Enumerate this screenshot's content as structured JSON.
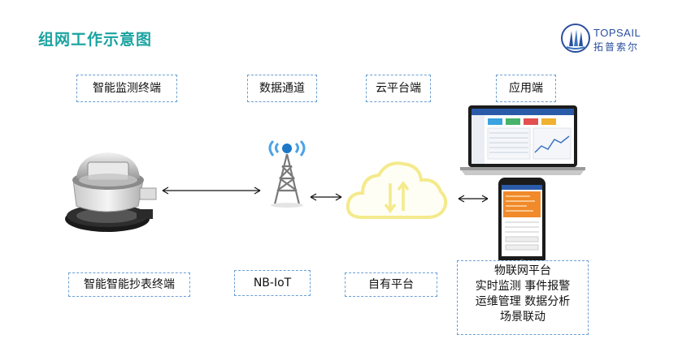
{
  "title": "组网工作示意图",
  "logo": {
    "en": "TOPSAIL",
    "cn": "拓普索尔"
  },
  "labels": {
    "terminal": "智能监测终端",
    "channel": "数据通道",
    "cloud": "云平台端",
    "app": "应用端",
    "meter": "智能智能抄表终端",
    "nbiot": "NB-IoT",
    "platform": "自有平台",
    "features": [
      "物联网平台",
      "实时监测 事件报警",
      "运维管理 数据分析",
      "场景联动"
    ]
  },
  "colors": {
    "title": "#1aa3a0",
    "box_border": "#6a9fd4",
    "cloud_outline": "#f4ea8c",
    "phone_screen": "#f08a2a",
    "logo": "#2a4f9e"
  },
  "icons": [
    "meter-device-image",
    "signal-tower-icon",
    "cloud-icon",
    "laptop-image",
    "smartphone-image"
  ]
}
